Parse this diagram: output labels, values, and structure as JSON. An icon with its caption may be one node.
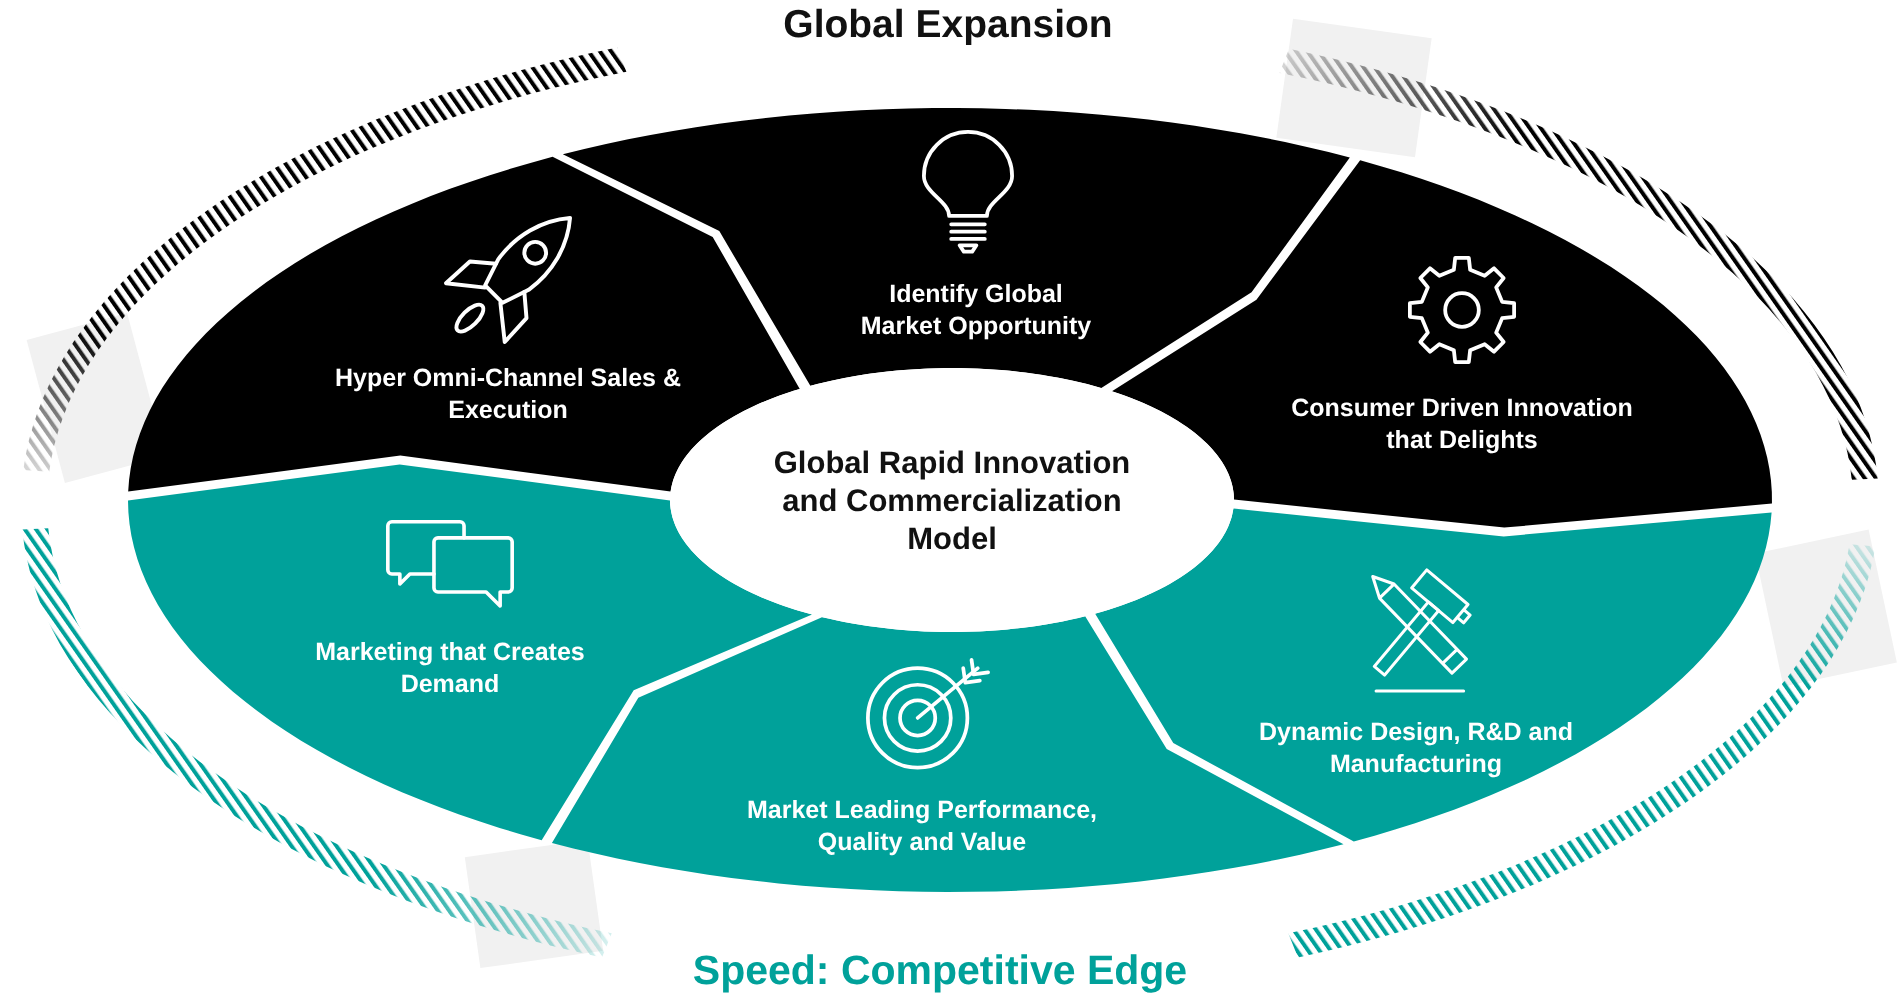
{
  "diagram": {
    "nodes": [
      {
        "text": [
          "Identify Global Market Opportunity"
        ]
      },
      {
        "text": [
          "Hyper Omni-Channel Sales & Execution"
        ]
      },
      {
        "text": [
          "Consumer Driven Innovation that Delights"
        ]
      },
      {
        "text": [
          "Global Rapid Innovation and Commercialization Model"
        ]
      },
      {
        "text": [
          "Marketing that Creates Demand"
        ]
      },
      {
        "text": [
          "Dynamic Design, R&D and Manufacturing"
        ]
      },
      {
        "text": [
          "Market Leading Performance, Quality and Value"
        ]
      }
    ],
    "labels": [
      "Global Expansion",
      "Speed: Competitive Edge"
    ]
  }
}
